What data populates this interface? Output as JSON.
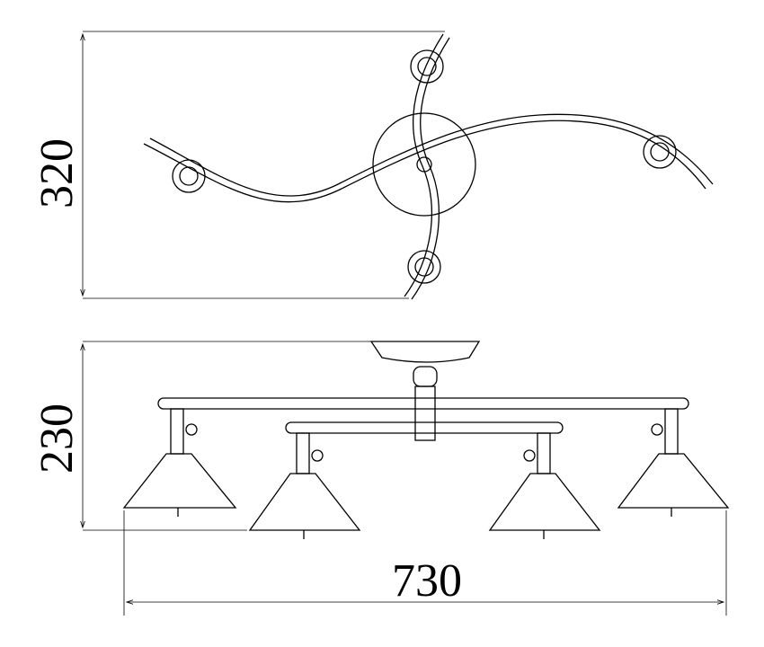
{
  "dimensions": {
    "depth": "320",
    "height": "230",
    "width": "730"
  },
  "colors": {
    "line": "#000000",
    "background": "#ffffff"
  }
}
